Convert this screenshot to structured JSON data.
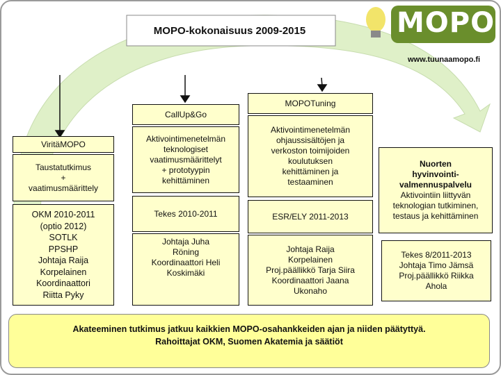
{
  "header": {
    "title": "MOPO-kokonaisuus 2009-2015",
    "url": "www.tuunaamopo.fi",
    "logo_text": "MOPO"
  },
  "columns": {
    "viritamopo": {
      "header": "ViritäMOPO",
      "row2": [
        "Taustatutkimus",
        "+",
        "vaatimusmäärittely"
      ],
      "row3": [
        "OKM 2010-2011",
        "(optio 2012)",
        "SOTLK",
        "PPSHP",
        "Johtaja Raija",
        "Korpelainen",
        "Koordinaattori",
        "Riitta Pyky"
      ]
    },
    "callupgo": {
      "header": "CallUp&Go",
      "row2": [
        "Aktivointimenetelmän",
        "teknologiset",
        "vaatimusmäärittelyt",
        "+ prototyypin",
        "kehittäminen"
      ],
      "row3": [
        "Tekes 2010-2011"
      ],
      "row4": [
        "Johtaja Juha",
        "Röning",
        "Koordinaattori Heli",
        "Koskimäki"
      ]
    },
    "mopotuning": {
      "header": "MOPOTuning",
      "row2": [
        "Aktivointimenetelmän",
        "ohjaussisältöjen ja",
        "verkoston toimijoiden",
        "koulutuksen",
        "kehittäminen ja",
        "testaaminen"
      ],
      "row3": [
        "ESR/ELY 2011-2013"
      ],
      "row4": [
        "Johtaja Raija",
        "Korpelainen",
        "Proj.päällikkö Tarja Siira",
        "Koordinaattori Jaana",
        "Ukonaho"
      ]
    },
    "nuorten": {
      "title_lines": [
        "Nuorten",
        "hyvinvointi-",
        "valmennuspalvelu"
      ],
      "desc_lines": [
        "Aktivointiin liittyvän",
        "teknologian tutkiminen,",
        "testaus ja kehittäminen"
      ],
      "funding": [
        "Tekes 8/2011-2013",
        "Johtaja Timo Jämsä",
        "Proj.päällikkö Riikka",
        "Ahola"
      ]
    }
  },
  "footer": {
    "line1": "Akateeminen tutkimus jatkuu kaikkien MOPO-osahankkeiden ajan ja niiden päätyttyä.",
    "line2": "Rahoittajat OKM, Suomen Akatemia ja säätiöt"
  },
  "colors": {
    "box_fill": "#ffffcc",
    "footer_fill": "#ffff99",
    "arc_fill": "#dff0c8",
    "logo_green": "#6a8e2c"
  }
}
